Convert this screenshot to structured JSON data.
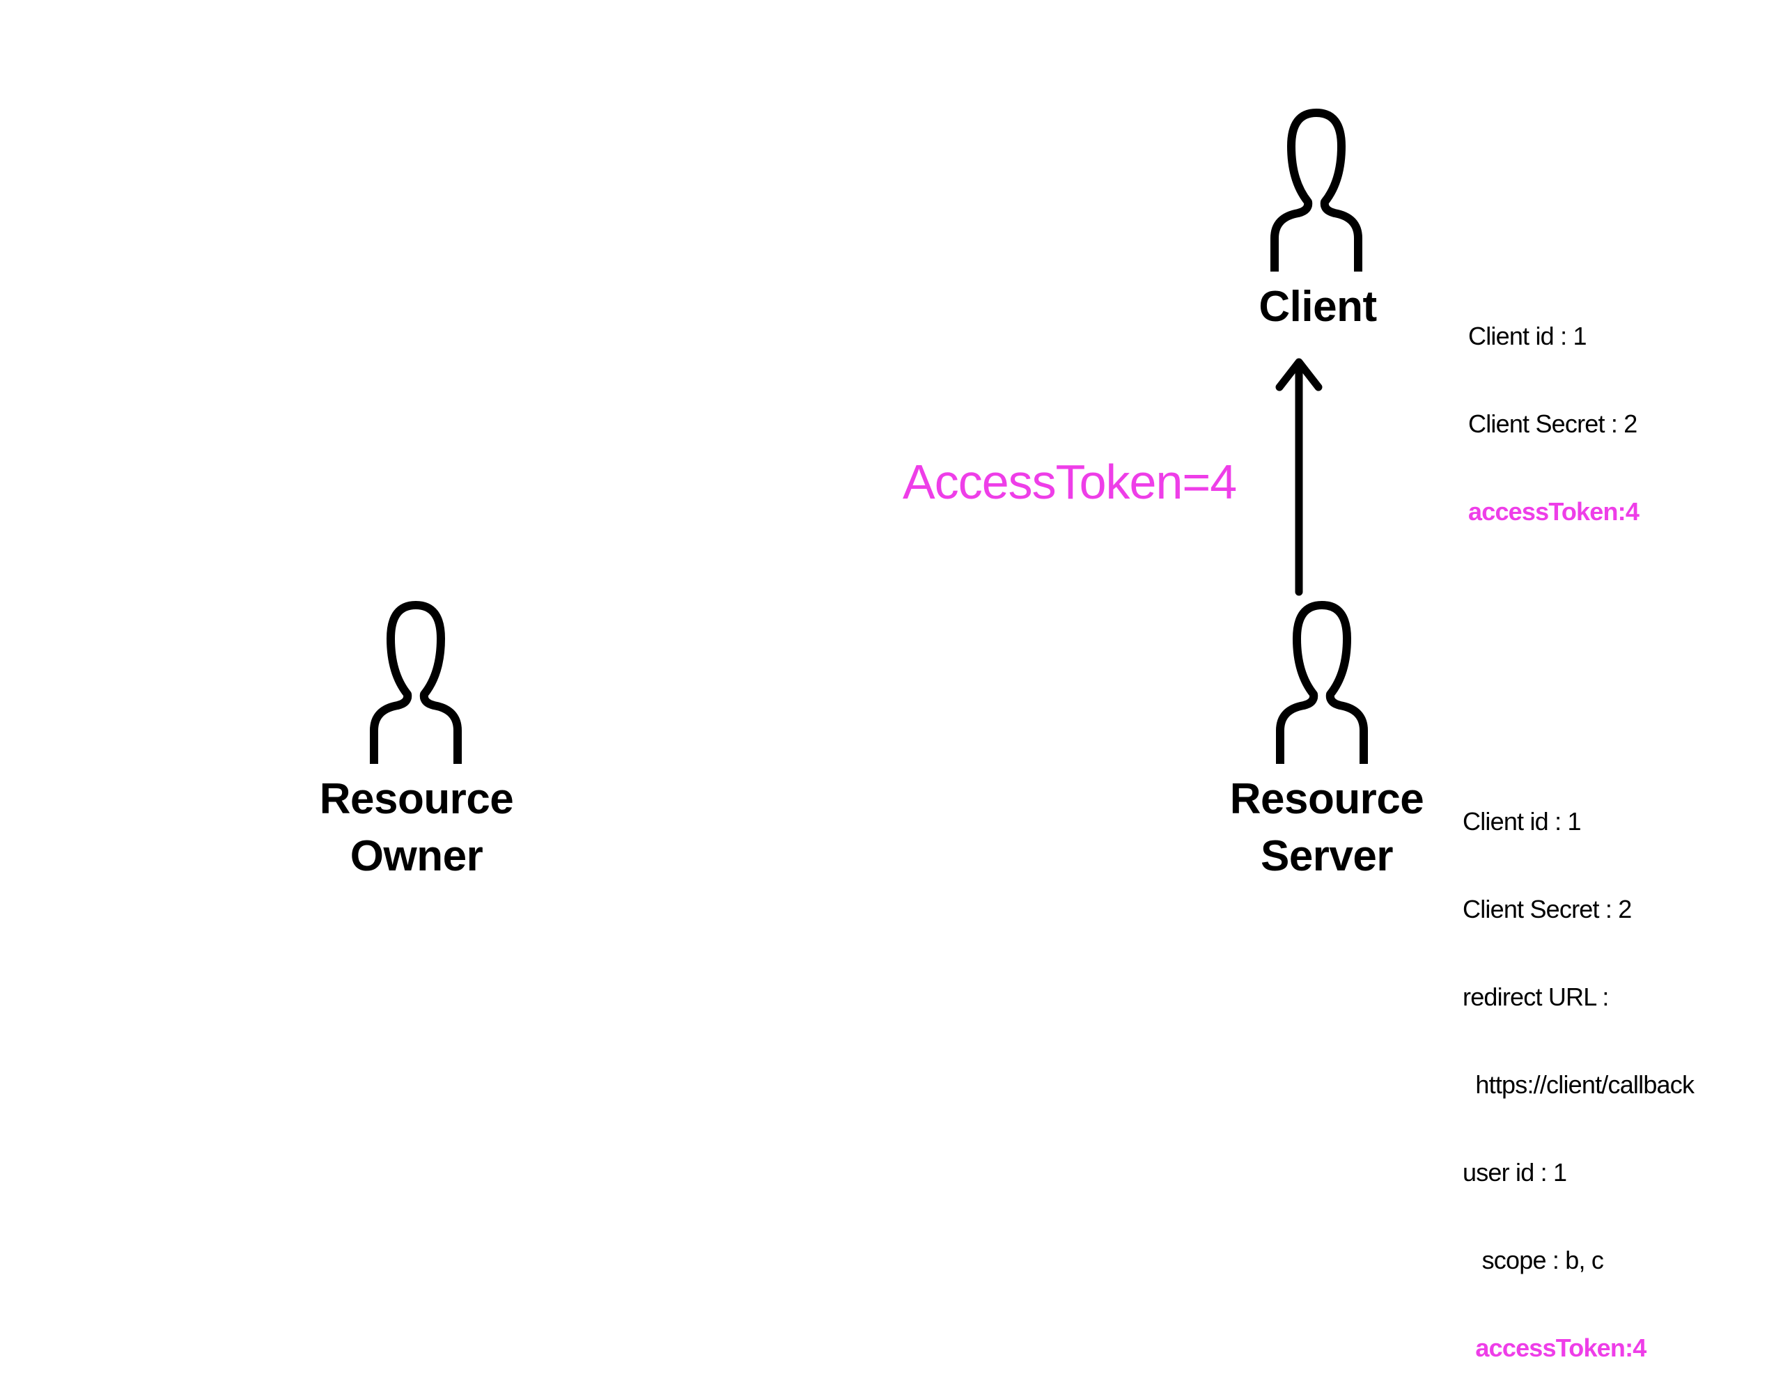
{
  "colors": {
    "ink": "#000000",
    "accent": "#ee3ee8",
    "background": "#ffffff"
  },
  "actors": {
    "client": {
      "icon": "person-icon",
      "label": "Client"
    },
    "resource_owner": {
      "icon": "person-icon",
      "label_lines": [
        "Resource",
        "Owner"
      ]
    },
    "resource_server": {
      "icon": "person-icon",
      "label_lines": [
        "Resource",
        "Server"
      ]
    }
  },
  "flow": {
    "direction": "resource-server-to-client",
    "label": "AccessToken=4"
  },
  "client_info": {
    "lines": [
      "Client id : 1",
      "Client Secret : 2"
    ],
    "token": "accessToken:4"
  },
  "server_info": {
    "lines": [
      "Client id : 1",
      "Client Secret : 2",
      "redirect URL :",
      "  https://client/callback",
      "user id : 1",
      "   scope : b, c"
    ],
    "token": "  accessToken:4"
  }
}
